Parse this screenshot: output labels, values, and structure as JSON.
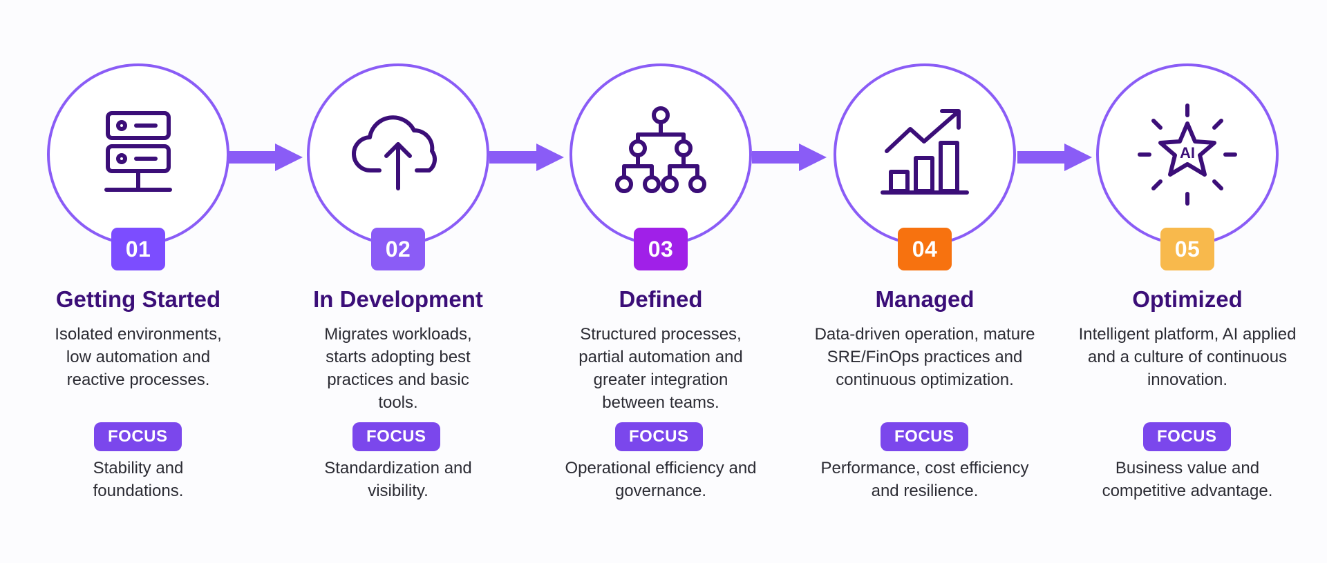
{
  "colors": {
    "ring": "#8a5cf6",
    "arrow": "#8a5cf6",
    "icon": "#3b0e78",
    "title": "#3b0e78",
    "focus_pill": "#7b47ec"
  },
  "stages": [
    {
      "number": "01",
      "badge_color": "#7c4dff",
      "icon": "server-rack-icon",
      "title": "Getting Started",
      "description": "Isolated environments, low automation and reactive processes.",
      "focus_label": "FOCUS",
      "focus_text": "Stability and foundations."
    },
    {
      "number": "02",
      "badge_color": "#8b5cf6",
      "icon": "cloud-upload-icon",
      "title": "In Development",
      "description": "Migrates workloads, starts adopting best practices and basic tools.",
      "focus_label": "FOCUS",
      "focus_text": "Standardization and visibility."
    },
    {
      "number": "03",
      "badge_color": "#a020e8",
      "icon": "hierarchy-icon",
      "title": "Defined",
      "description": "Structured processes, partial automation and greater integration between teams.",
      "focus_label": "FOCUS",
      "focus_text": "Operational efficiency and governance."
    },
    {
      "number": "04",
      "badge_color": "#f7720f",
      "icon": "growth-chart-icon",
      "title": "Managed",
      "description": "Data-driven operation, mature SRE/FinOps practices and continuous optimization.",
      "focus_label": "FOCUS",
      "focus_text": "Performance, cost efficiency and resilience."
    },
    {
      "number": "05",
      "badge_color": "#f8b94c",
      "icon": "ai-star-icon",
      "icon_text": "AI",
      "title": "Optimized",
      "description": "Intelligent platform, AI applied and a culture of continuous innovation.",
      "focus_label": "FOCUS",
      "focus_text": "Business value and competitive advantage."
    }
  ]
}
